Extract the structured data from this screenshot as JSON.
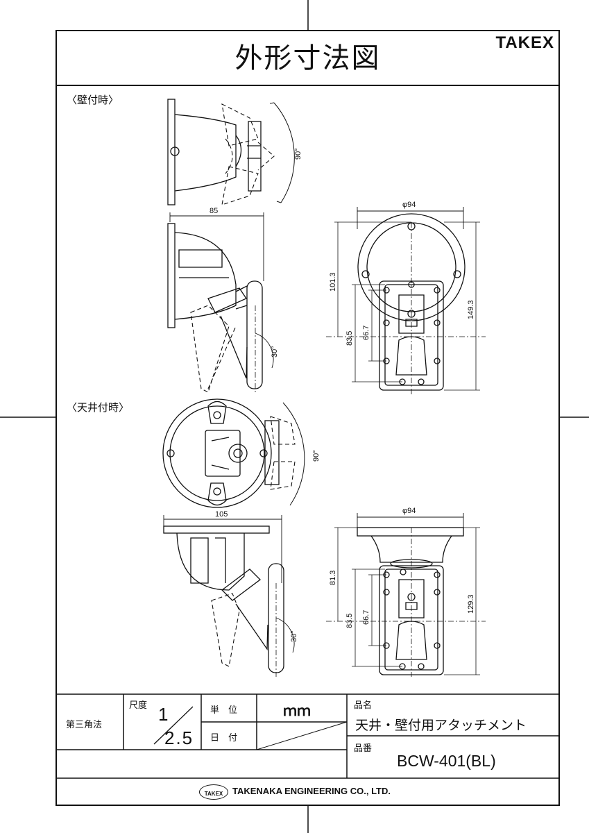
{
  "drawing": {
    "title": "外形寸法図",
    "brand": "TAKEX"
  },
  "sections": {
    "wall_mount": "〈壁付時〉",
    "ceiling_mount": "〈天井付時〉"
  },
  "dimensions": {
    "wall_side_angle": "90°",
    "wall_width": "85",
    "wall_tilt": "30°",
    "wall_front_dia": "φ94",
    "wall_h1": "101.3",
    "wall_h2": "149.3",
    "wall_h3": "83.5",
    "wall_h4": "66.7",
    "ceil_top_angle": "90°",
    "ceil_width": "105",
    "ceil_tilt": "30°",
    "ceil_front_dia": "φ94",
    "ceil_h1": "81.3",
    "ceil_h2": "129.3",
    "ceil_h3": "83.5",
    "ceil_h4": "66.7"
  },
  "title_block": {
    "projection": "第三角法",
    "scale_label": "尺度",
    "scale_num": "1",
    "scale_den": "2.5",
    "unit_label": "単　位",
    "unit_value": "ｍｍ",
    "date_label": "日　付",
    "name_label": "品名",
    "name_value": "天井・壁付用アタッチメント",
    "part_label": "品番",
    "part_value": "BCW-401(BL)",
    "company_logo": "TAKEX",
    "company_name": "TAKENAKA ENGINEERING CO., LTD."
  }
}
